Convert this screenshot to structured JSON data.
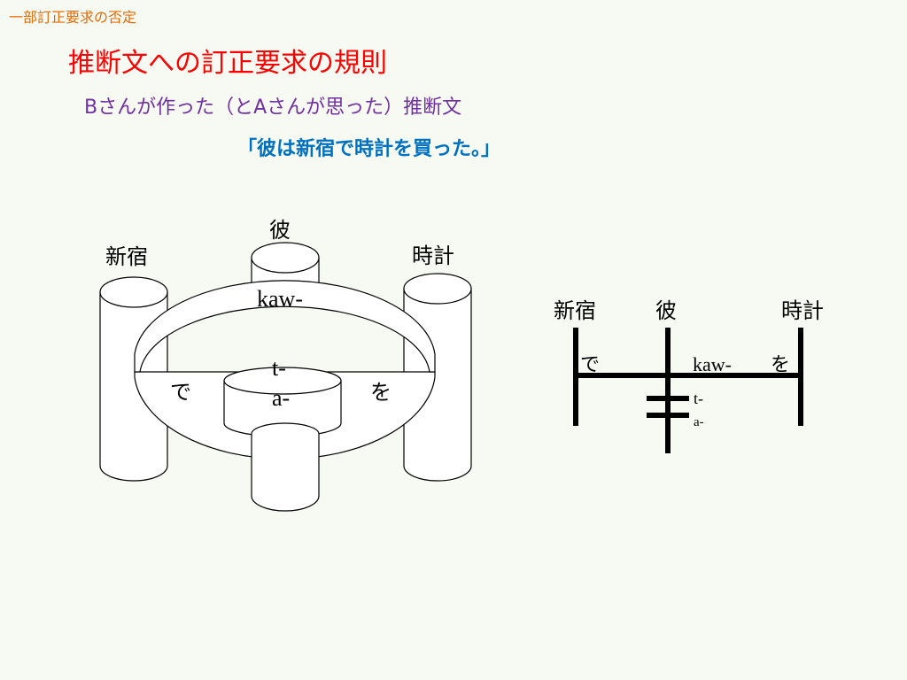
{
  "header": {
    "section_label": "一部訂正要求の否定",
    "title": "推断文への訂正要求の規則",
    "subtitle": "Bさんが作った（とAさんが思った）推断文",
    "example_sentence": "「彼は新宿で時計を買った。」"
  },
  "colors": {
    "section_label": "#e46c0a",
    "title": "#ff0000",
    "subtitle": "#7030a0",
    "example_sentence": "#0070c0"
  },
  "diagram_3d": {
    "top_argument": "彼",
    "left_argument": "新宿",
    "right_argument": "時計",
    "verb_stem": "kaw-",
    "tense_suffix_1": "t-",
    "tense_suffix_2": "a-",
    "left_particle": "で",
    "right_particle": "を"
  },
  "diagram_2d": {
    "left_argument": "新宿",
    "top_argument": "彼",
    "right_argument": "時計",
    "left_particle": "で",
    "verb_stem": "kaw-",
    "right_particle": "を",
    "tense_suffix_1": "t-",
    "tense_suffix_2": "a-"
  }
}
